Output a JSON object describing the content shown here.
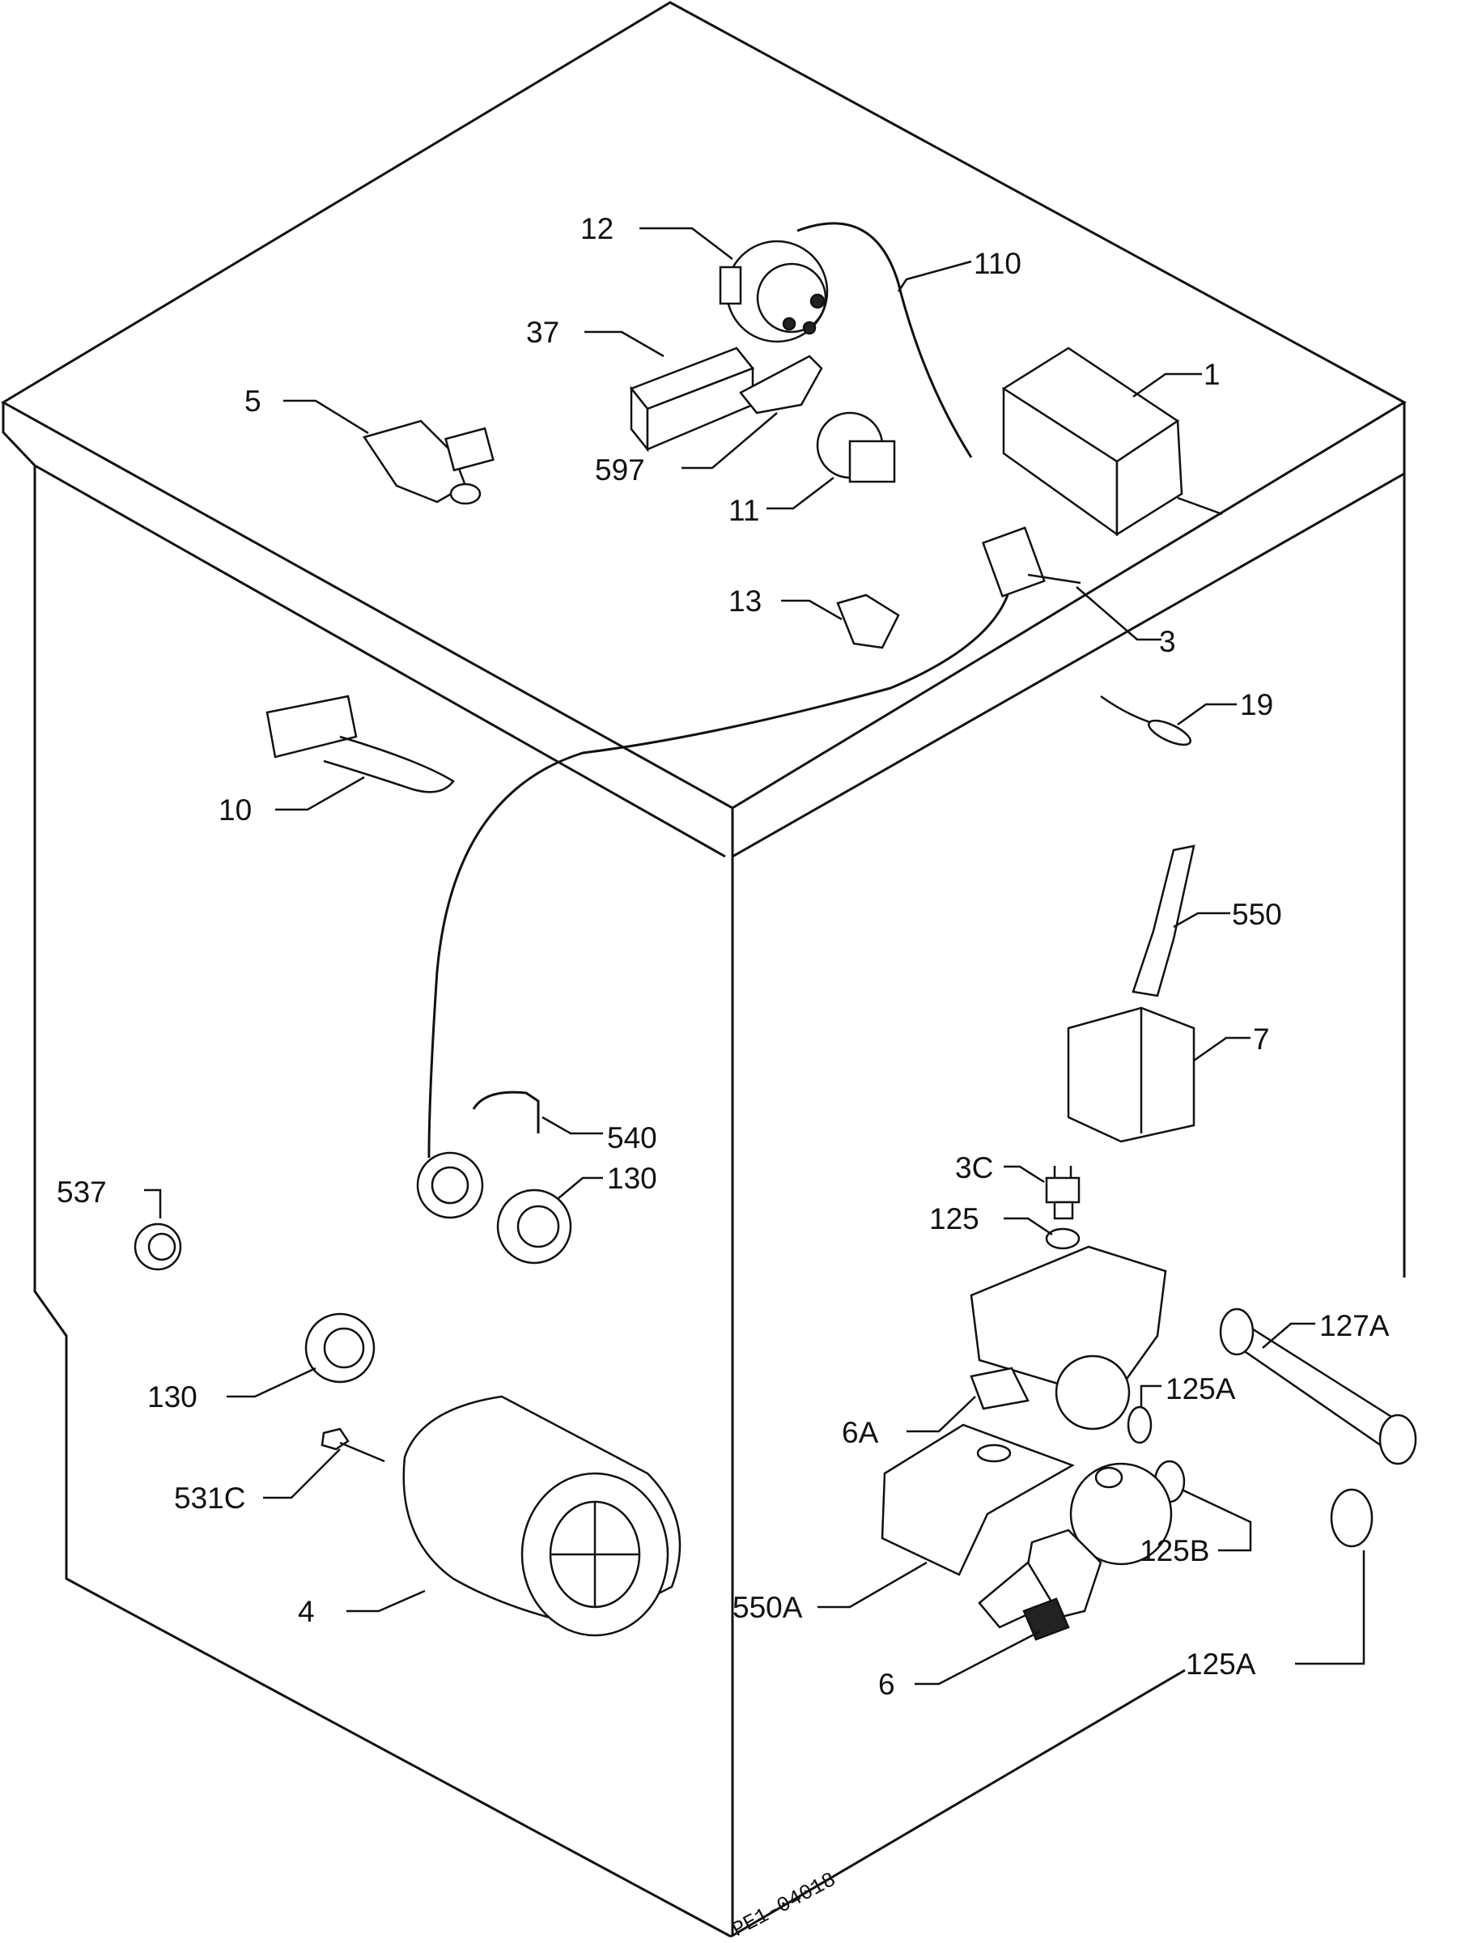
{
  "diagram": {
    "drawing_code": "PE1-04018",
    "callouts": {
      "c12": "12",
      "c110": "110",
      "c37": "37",
      "c1": "1",
      "c5": "5",
      "c597": "597",
      "c11": "11",
      "c13": "13",
      "c3": "3",
      "c19": "19",
      "c10": "10",
      "c550": "550",
      "c7": "7",
      "c540": "540",
      "c537": "537",
      "c130a": "130",
      "c130b": "130",
      "c3c": "3C",
      "c125": "125",
      "c127a": "127A",
      "c125a_top": "125A",
      "c6a": "6A",
      "c531c": "531C",
      "c125b": "125B",
      "c550a": "550A",
      "c4": "4",
      "c6": "6",
      "c125a_bottom": "125A"
    }
  }
}
